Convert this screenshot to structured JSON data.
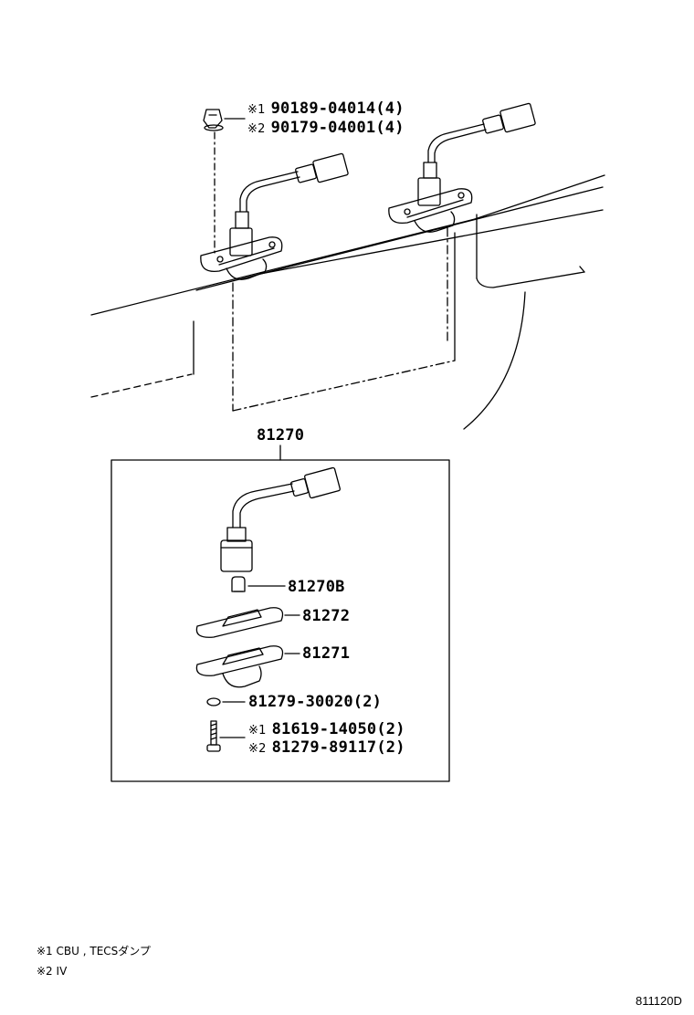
{
  "parts": {
    "clip_1": {
      "mark": "※1",
      "number": "90189-04014",
      "qty": "(4)"
    },
    "clip_2": {
      "mark": "※2",
      "number": "90179-04001",
      "qty": "(4)"
    },
    "assembly": {
      "number": "81270"
    },
    "bulb": {
      "number": "81270B"
    },
    "gasket": {
      "number": "81272"
    },
    "housing": {
      "number": "81271"
    },
    "washer": {
      "number": "81279-30020",
      "qty": "(2)"
    },
    "screw_1": {
      "mark": "※1",
      "number": "81619-14050",
      "qty": "(2)"
    },
    "screw_2": {
      "mark": "※2",
      "number": "81279-89117",
      "qty": "(2)"
    }
  },
  "notes": [
    {
      "mark": "※1",
      "text": "CBU , TECSダンプ"
    },
    {
      "mark": "※2",
      "text": "IV"
    }
  ],
  "diagram_code": "811120D"
}
